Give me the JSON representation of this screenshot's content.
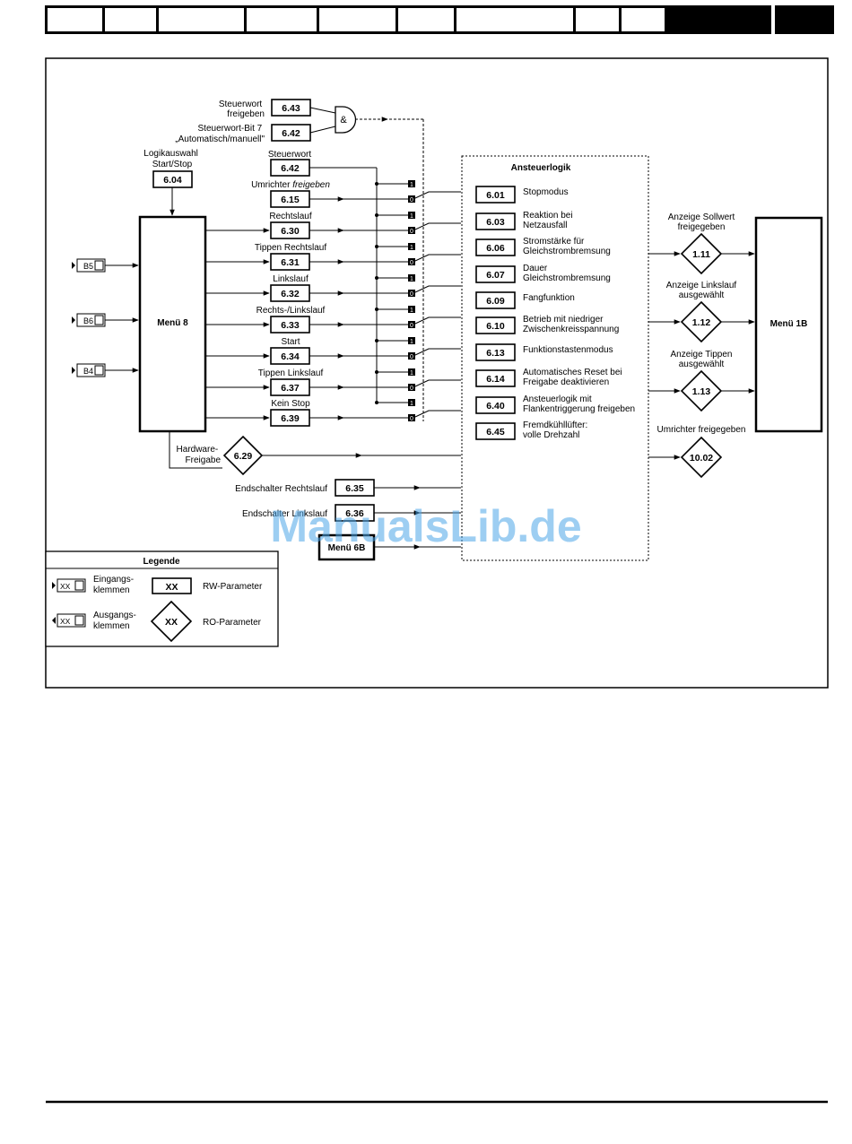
{
  "legend": {
    "title": "Legende",
    "input_terminals": "Eingangs-\nklemmen",
    "output_terminals": "Ausgangs-\nklemmen",
    "terminal_placeholder": "XX",
    "rw_placeholder": "XX",
    "rw_label": "RW-Parameter",
    "ro_placeholder": "XX",
    "ro_label": "RO-Parameter"
  },
  "inputs": {
    "b5": "B5",
    "b6": "B6",
    "b4": "B4"
  },
  "menu8": {
    "label": "Menü 8"
  },
  "menu1b": {
    "label": "Menü 1B"
  },
  "menu6b": {
    "label": "Menü 6B"
  },
  "logic_select": {
    "label": "Logikauswahl\nStart/Stop",
    "param": "6.04"
  },
  "and_gate": {
    "symbol": "&",
    "in1_label": "Steuerwort\nfreigeben",
    "in1_param": "6.43",
    "in2_label": "Steuerwort-Bit 7\n„Automatisch/manuell\"",
    "in2_param": "6.42"
  },
  "controlword": {
    "label": "Steuerwort",
    "param": "6.42"
  },
  "rw_params": [
    {
      "label": "Umrichter freigeben",
      "param": "6.15"
    },
    {
      "label": "Rechtslauf",
      "param": "6.30"
    },
    {
      "label": "Tippen Rechtslauf",
      "param": "6.31"
    },
    {
      "label": "Linkslauf",
      "param": "6.32"
    },
    {
      "label": "Rechts-/Linkslauf",
      "param": "6.33"
    },
    {
      "label": "Start",
      "param": "6.34"
    },
    {
      "label": "Tippen Linkslauf",
      "param": "6.37"
    },
    {
      "label": "Kein Stop",
      "param": "6.39"
    }
  ],
  "switch_one": "1",
  "switch_zero": "0",
  "hardware_enable": {
    "label": "Hardware-\nFreigabe",
    "param": "6.29"
  },
  "limit_fwd": {
    "label": "Endschalter Rechtslauf",
    "param": "6.35"
  },
  "limit_rev": {
    "label": "Endschalter Linkslauf",
    "param": "6.36"
  },
  "logic_block": {
    "title": "Ansteuerlogik",
    "items": [
      {
        "param": "6.01",
        "label": "Stopmodus"
      },
      {
        "param": "6.03",
        "label": "Reaktion bei\nNetzausfall"
      },
      {
        "param": "6.06",
        "label": "Stromstärke für\nGleichstrombremsung"
      },
      {
        "param": "6.07",
        "label": "Dauer\nGleichstrombremsung"
      },
      {
        "param": "6.09",
        "label": "Fangfunktion"
      },
      {
        "param": "6.10",
        "label": "Betrieb mit niedriger\nZwischenkreisspannung"
      },
      {
        "param": "6.13",
        "label": "Funktionstastenmodus"
      },
      {
        "param": "6.14",
        "label": "Automatisches Reset bei\nFreigabe deaktivieren"
      },
      {
        "param": "6.40",
        "label": "Ansteuerlogik mit\nFlankentriggerung freigeben"
      },
      {
        "param": "6.45",
        "label": "Fremdkühllüfter:\nvolle Drehzahl"
      }
    ]
  },
  "outputs": [
    {
      "label": "Anzeige Sollwert\nfreigegeben",
      "param": "1.11"
    },
    {
      "label": "Anzeige Linkslauf\nausgewählt",
      "param": "1.12"
    },
    {
      "label": "Anzeige Tippen\nausgewählt",
      "param": "1.13"
    },
    {
      "label": "Umrichter freigegeben",
      "param": "10.02"
    }
  ],
  "watermark": "ManualsLib.de"
}
